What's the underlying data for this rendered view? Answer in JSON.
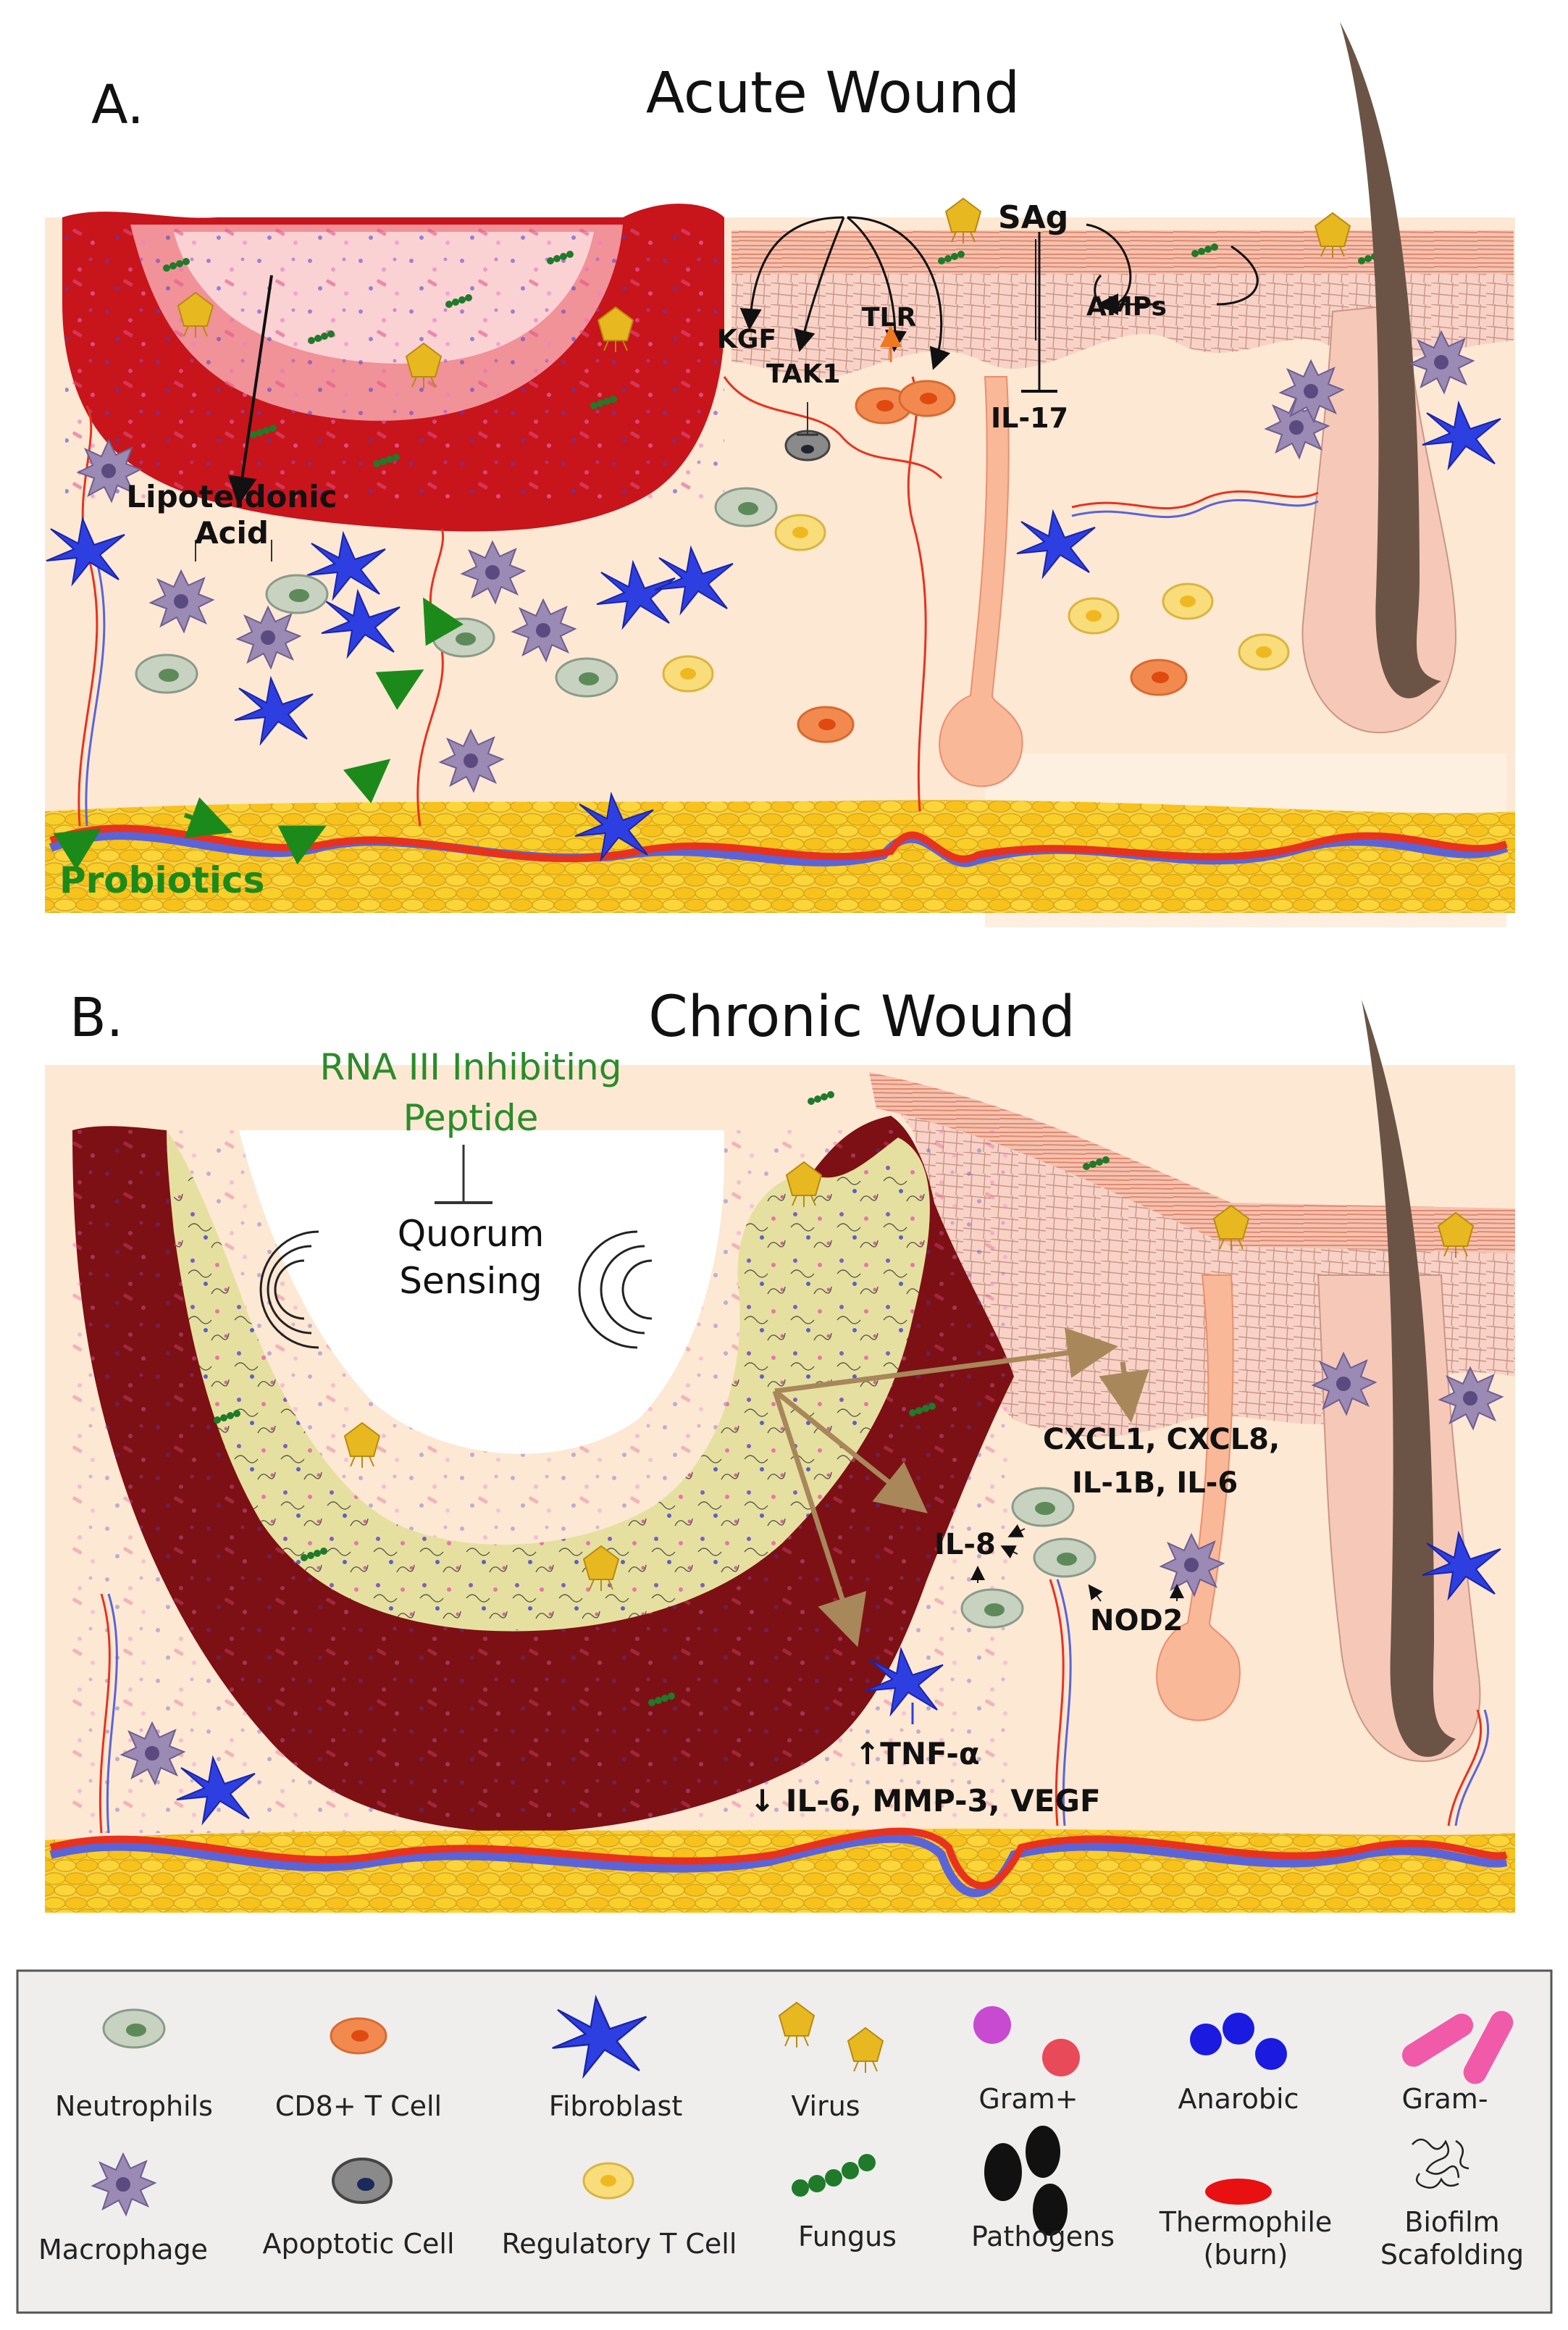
{
  "panels": {
    "a": {
      "letter": "A.",
      "title": "Acute Wound"
    },
    "b": {
      "letter": "B.",
      "title": "Chronic Wound"
    }
  },
  "labels_a": {
    "lipoteichoic": "Lipoteidonic",
    "acid": "Acid",
    "kgf": "KGF",
    "tak1": "TAK1",
    "tlr": "TLR",
    "sag": "SAg",
    "amps": "AMPs",
    "il17": "IL-17",
    "probiotics": "Probiotics"
  },
  "labels_b": {
    "rna_line1": "RNA III Inhibiting",
    "rna_line2": "Peptide",
    "quorum_line1": "Quorum",
    "quorum_line2": "Sensing",
    "cxcl_line1": "CXCL1, CXCL8,",
    "cxcl_line2": "IL-1B, IL-6",
    "il8": "IL-8",
    "nod2": "NOD2",
    "tnf": "↑TNF-α",
    "il6": "↓ IL-6, MMP-3, VEGF"
  },
  "legend": {
    "items": [
      {
        "key": "neutrophils",
        "label": "Neutrophils"
      },
      {
        "key": "cd8",
        "label": "CD8+ T Cell"
      },
      {
        "key": "fibroblast",
        "label": "Fibroblast"
      },
      {
        "key": "virus",
        "label": "Virus"
      },
      {
        "key": "gram_pos",
        "label": "Gram+"
      },
      {
        "key": "anarobic",
        "label": "Anarobic"
      },
      {
        "key": "gram_neg",
        "label": "Gram-"
      },
      {
        "key": "macrophage",
        "label": "Macrophage"
      },
      {
        "key": "apoptotic",
        "label": "Apoptotic Cell"
      },
      {
        "key": "treg",
        "label": "Regulatory T Cell"
      },
      {
        "key": "fungus",
        "label": "Fungus"
      },
      {
        "key": "pathogens",
        "label": "Pathogens"
      },
      {
        "key": "thermo1",
        "label": "Thermophile"
      },
      {
        "key": "thermo2",
        "label": "(burn)"
      },
      {
        "key": "biofilm1",
        "label": "Biofilm"
      },
      {
        "key": "biofilm2",
        "label": "Scafolding"
      }
    ]
  },
  "colors": {
    "tissue": "#fde8d4",
    "acute_wound": "#c8141b",
    "chronic_wound": "#7d1014",
    "biofilm": "#e6e0a0",
    "fat": "#f2c530",
    "artery": "#e8321e",
    "vein": "#5a64d8",
    "probiotic_green": "#1b8a1b",
    "rna_green": "#2a8c2a",
    "arrow_brown": "#a8875a",
    "legend_bg": "#efeeed"
  }
}
